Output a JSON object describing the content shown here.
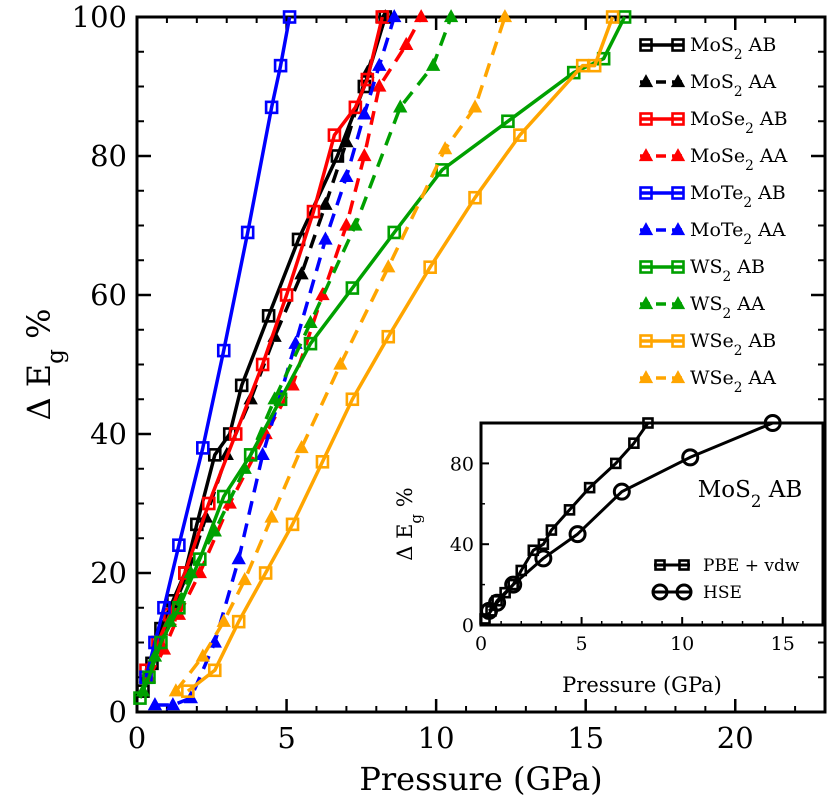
{
  "chart_data": {
    "type": "line",
    "xlabel": "Pressure (GPa)",
    "ylabel": "Δ E",
    "ylabel_sub": "g",
    "ylabel_suffix": " %",
    "xlim": [
      0,
      23
    ],
    "ylim": [
      0,
      100
    ],
    "xticks": [
      0,
      5,
      10,
      15,
      20
    ],
    "yticks": [
      0,
      20,
      40,
      60,
      80,
      100
    ],
    "grid": false,
    "legend_placement": "top-right",
    "series": [
      {
        "name": "MoS2 AB",
        "label_main": "MoS",
        "label_sub": "2",
        "label_rest": " AB",
        "color": "#000000",
        "marker": "square",
        "dash": false,
        "x": [
          0.2,
          0.5,
          0.8,
          1.2,
          1.6,
          2.0,
          2.6,
          3.1,
          3.5,
          4.4,
          5.4,
          6.7,
          7.6,
          8.3
        ],
        "y": [
          3,
          7,
          12,
          16,
          20,
          27,
          37,
          40,
          47,
          57,
          68,
          80,
          90,
          100
        ]
      },
      {
        "name": "MoS2 AA",
        "label_main": "MoS",
        "label_sub": "2",
        "label_rest": " AA",
        "color": "#000000",
        "marker": "triangle",
        "dash": true,
        "x": [
          0.3,
          0.7,
          1.2,
          1.7,
          2.3,
          3.0,
          3.8,
          4.6,
          5.5,
          6.3,
          7.0,
          7.7,
          8.3
        ],
        "y": [
          5,
          10,
          15,
          20,
          28,
          37,
          45,
          54,
          63,
          73,
          82,
          92,
          100
        ]
      },
      {
        "name": "MoSe2 AB",
        "label_main": "MoSe",
        "label_sub": "2",
        "label_rest": " AB",
        "color": "#ff0000",
        "marker": "square",
        "dash": false,
        "x": [
          0.3,
          0.7,
          1.1,
          1.6,
          2.4,
          3.3,
          4.2,
          5.0,
          5.9,
          6.6,
          7.3,
          7.7,
          8.2
        ],
        "y": [
          6,
          10,
          14,
          20,
          30,
          40,
          50,
          60,
          72,
          83,
          87,
          91,
          100
        ]
      },
      {
        "name": "MoSe2 AA",
        "label_main": "MoSe",
        "label_sub": "2",
        "label_rest": " AA",
        "color": "#ff0000",
        "marker": "triangle",
        "dash": true,
        "x": [
          0.4,
          0.9,
          1.4,
          2.1,
          3.1,
          4.3,
          5.2,
          6.2,
          7.0,
          7.6,
          8.1,
          9.0,
          9.5
        ],
        "y": [
          5,
          9,
          14,
          20,
          30,
          40,
          47,
          60,
          70,
          80,
          90,
          96,
          100
        ]
      },
      {
        "name": "MoTe2 AB",
        "label_main": "MoTe",
        "label_sub": "2",
        "label_rest": " AB",
        "color": "#0000ff",
        "marker": "square",
        "dash": false,
        "x": [
          0.3,
          0.6,
          0.9,
          1.4,
          2.2,
          2.9,
          3.7,
          4.5,
          4.8,
          5.1
        ],
        "y": [
          5,
          10,
          15,
          24,
          38,
          52,
          69,
          87,
          93,
          100
        ]
      },
      {
        "name": "MoTe2 AA",
        "label_main": "MoTe",
        "label_sub": "2",
        "label_rest": " AA",
        "color": "#0000ff",
        "marker": "triangle",
        "dash": true,
        "x": [
          0.6,
          1.2,
          1.8,
          2.6,
          3.4,
          4.2,
          5.3,
          6.3,
          7.0,
          7.6,
          8.1,
          8.6
        ],
        "y": [
          1,
          1,
          2,
          10,
          22,
          37,
          53,
          68,
          77,
          86,
          93,
          100
        ]
      },
      {
        "name": "WS2 AB",
        "label_main": "WS",
        "label_sub": "2",
        "label_rest": " AB",
        "color": "#00a000",
        "marker": "square",
        "dash": false,
        "x": [
          0.1,
          0.4,
          0.8,
          1.4,
          2.1,
          2.9,
          3.8,
          4.8,
          5.8,
          7.2,
          8.6,
          10.2,
          12.4,
          14.6,
          15.6,
          16.3
        ],
        "y": [
          2,
          5,
          10,
          15,
          22,
          31,
          37,
          45,
          53,
          61,
          69,
          78,
          85,
          92,
          94,
          100
        ]
      },
      {
        "name": "WS2 AA",
        "label_main": "WS",
        "label_sub": "2",
        "label_rest": " AA",
        "color": "#00a000",
        "marker": "triangle",
        "dash": true,
        "x": [
          0.2,
          0.6,
          1.1,
          1.8,
          2.6,
          3.6,
          4.6,
          5.8,
          7.3,
          8.8,
          9.9,
          10.5
        ],
        "y": [
          3,
          8,
          13,
          20,
          26,
          35,
          45,
          56,
          70,
          87,
          93,
          100
        ]
      },
      {
        "name": "WSe2 AB",
        "label_main": "WSe",
        "label_sub": "2",
        "label_rest": " AB",
        "color": "#ffa500",
        "marker": "square",
        "dash": false,
        "x": [
          1.7,
          2.6,
          3.4,
          4.3,
          5.2,
          6.2,
          7.2,
          8.4,
          9.8,
          11.3,
          12.8,
          14.9,
          15.3,
          15.9
        ],
        "y": [
          3,
          6,
          13,
          20,
          27,
          36,
          45,
          54,
          64,
          74,
          83,
          93,
          93,
          100
        ]
      },
      {
        "name": "WSe2 AA",
        "label_main": "WSe",
        "label_sub": "2",
        "label_rest": " AA",
        "color": "#ffa500",
        "marker": "triangle",
        "dash": true,
        "x": [
          1.3,
          2.2,
          2.9,
          3.6,
          4.5,
          5.5,
          6.8,
          8.4,
          10.3,
          11.3,
          12.3
        ],
        "y": [
          3,
          8,
          13,
          19,
          28,
          38,
          50,
          64,
          81,
          87,
          100
        ]
      }
    ],
    "inset": {
      "annotation_main": "MoS",
      "annotation_sub": "2",
      "annotation_rest": " AB",
      "xlabel": "Pressure (GPa)",
      "ylabel": "Δ E",
      "ylabel_sub": "g",
      "ylabel_suffix": " %",
      "xlim": [
        0,
        17
      ],
      "ylim": [
        0,
        100
      ],
      "xticks": [
        0,
        5,
        10,
        15
      ],
      "yticks": [
        0,
        40,
        80
      ],
      "legend_placement": "bottom-right",
      "series": [
        {
          "name": "PBE + vdw",
          "color": "#000000",
          "marker": "square",
          "x": [
            0.2,
            0.5,
            0.8,
            1.2,
            1.6,
            2.0,
            2.6,
            3.1,
            3.5,
            4.4,
            5.4,
            6.7,
            7.6,
            8.3
          ],
          "y": [
            3,
            7,
            12,
            16,
            20,
            27,
            37,
            40,
            47,
            57,
            68,
            80,
            90,
            100
          ]
        },
        {
          "name": "HSE",
          "color": "#000000",
          "marker": "circle",
          "x": [
            0.4,
            0.8,
            1.6,
            3.1,
            4.8,
            7.0,
            10.4,
            14.5
          ],
          "y": [
            7,
            11,
            20,
            33,
            45,
            66,
            83,
            100
          ]
        }
      ]
    }
  }
}
